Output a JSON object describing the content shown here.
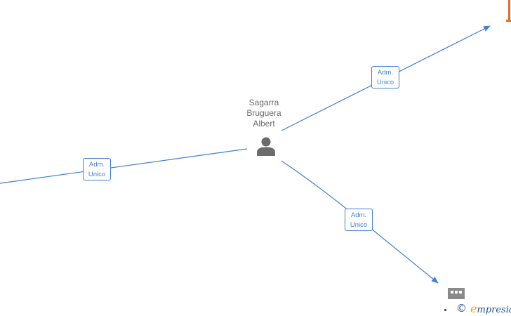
{
  "person": {
    "name_lines": [
      "Sagarra",
      "Bruguera",
      "Albert"
    ],
    "icon": "person-icon"
  },
  "relations": [
    {
      "id": "top",
      "line1": "Adm.",
      "line2": "Unico"
    },
    {
      "id": "left",
      "line1": "Adm.",
      "line2": "Unico"
    },
    {
      "id": "bottom",
      "line1": "Adm.",
      "line2": "Unico"
    }
  ],
  "footer": {
    "copyright_symbol": "©",
    "brand_initial": "e",
    "brand_rest": "mpresia"
  },
  "colors": {
    "edge": "#3f7fd0",
    "person_text": "#6b6b6b",
    "person_icon": "#6b6b6b",
    "company_partial_top": "#f26522",
    "company_partial_bottom": "#8a8a8a",
    "brand_accent": "#f0a020",
    "brand_text": "#1a4f8a"
  }
}
